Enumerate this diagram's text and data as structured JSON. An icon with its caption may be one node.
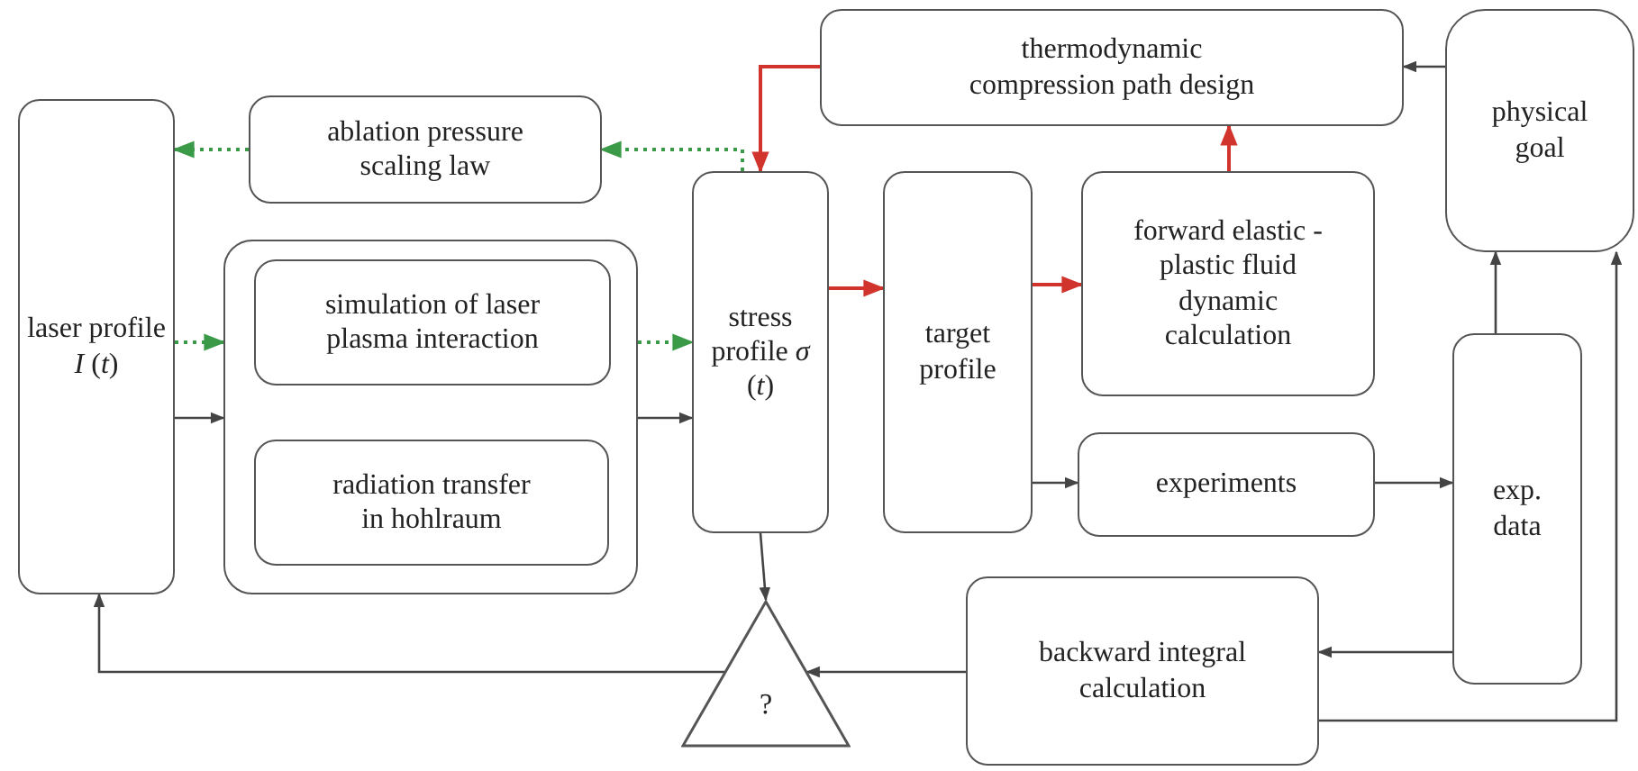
{
  "diagram": {
    "nodes": [
      {
        "text": [
          "laser profile *I* (*t*)"
        ]
      },
      {
        "text": [
          "ablation pressure scaling law"
        ]
      },
      {
        "text": [],
        "shape": "box"
      },
      {
        "text": [
          "simulation of laser plasma interaction"
        ],
        "in": 2
      },
      {
        "text": [
          "radiation transfer in hohlraum"
        ],
        "in": 2
      },
      {
        "text": [
          "stress profile *σ* (*t*)"
        ]
      },
      {
        "text": [
          "thermodynamic compression path design"
        ]
      },
      {
        "text": [
          "target profile"
        ]
      },
      {
        "text": [
          "forward elastic -plastic fluid dynamic calculation"
        ]
      },
      {
        "text": [
          "physical goal"
        ]
      },
      {
        "text": [
          "experiments"
        ]
      },
      {
        "text": [
          "exp. data"
        ]
      },
      {
        "text": [
          "backward integral calculation"
        ]
      },
      {
        "text": [
          "?"
        ]
      }
    ],
    "edges": [
      {
        "from": 5,
        "to": 1,
        "arrow": "to",
        "style": "dashed",
        "color": "#3a9a48"
      },
      {
        "from": 1,
        "to": 0,
        "arrow": "to",
        "style": "dashed",
        "color": "#3a9a48"
      },
      {
        "from": 0,
        "to": 2,
        "arrow": "to",
        "style": "dashed",
        "color": "#3a9a48"
      },
      {
        "from": 2,
        "to": 5,
        "arrow": "to",
        "style": "dashed",
        "color": "#3a9a48"
      },
      {
        "from": 0,
        "to": 2,
        "arrow": "to"
      },
      {
        "from": 2,
        "to": 5,
        "arrow": "to"
      },
      {
        "from": 6,
        "to": 5,
        "arrow": "to",
        "color": "#d0342c"
      },
      {
        "from": 5,
        "to": 7,
        "arrow": "to",
        "color": "#d0342c"
      },
      {
        "from": 7,
        "to": 8,
        "arrow": "to",
        "color": "#d0342c"
      },
      {
        "from": 8,
        "to": 6,
        "arrow": "to",
        "color": "#d0342c"
      },
      {
        "from": 9,
        "to": 6,
        "arrow": "to"
      },
      {
        "from": 7,
        "to": 10,
        "arrow": "to"
      },
      {
        "from": 10,
        "to": 11,
        "arrow": "to"
      },
      {
        "from": 11,
        "to": 9,
        "arrow": "to"
      },
      {
        "from": 11,
        "to": 12,
        "arrow": "to"
      },
      {
        "from": 12,
        "to": 9,
        "arrow": "to"
      },
      {
        "from": 12,
        "to": 13,
        "arrow": "to"
      },
      {
        "from": 5,
        "to": 13,
        "arrow": "to"
      },
      {
        "from": 13,
        "to": 0,
        "arrow": "to"
      }
    ]
  }
}
